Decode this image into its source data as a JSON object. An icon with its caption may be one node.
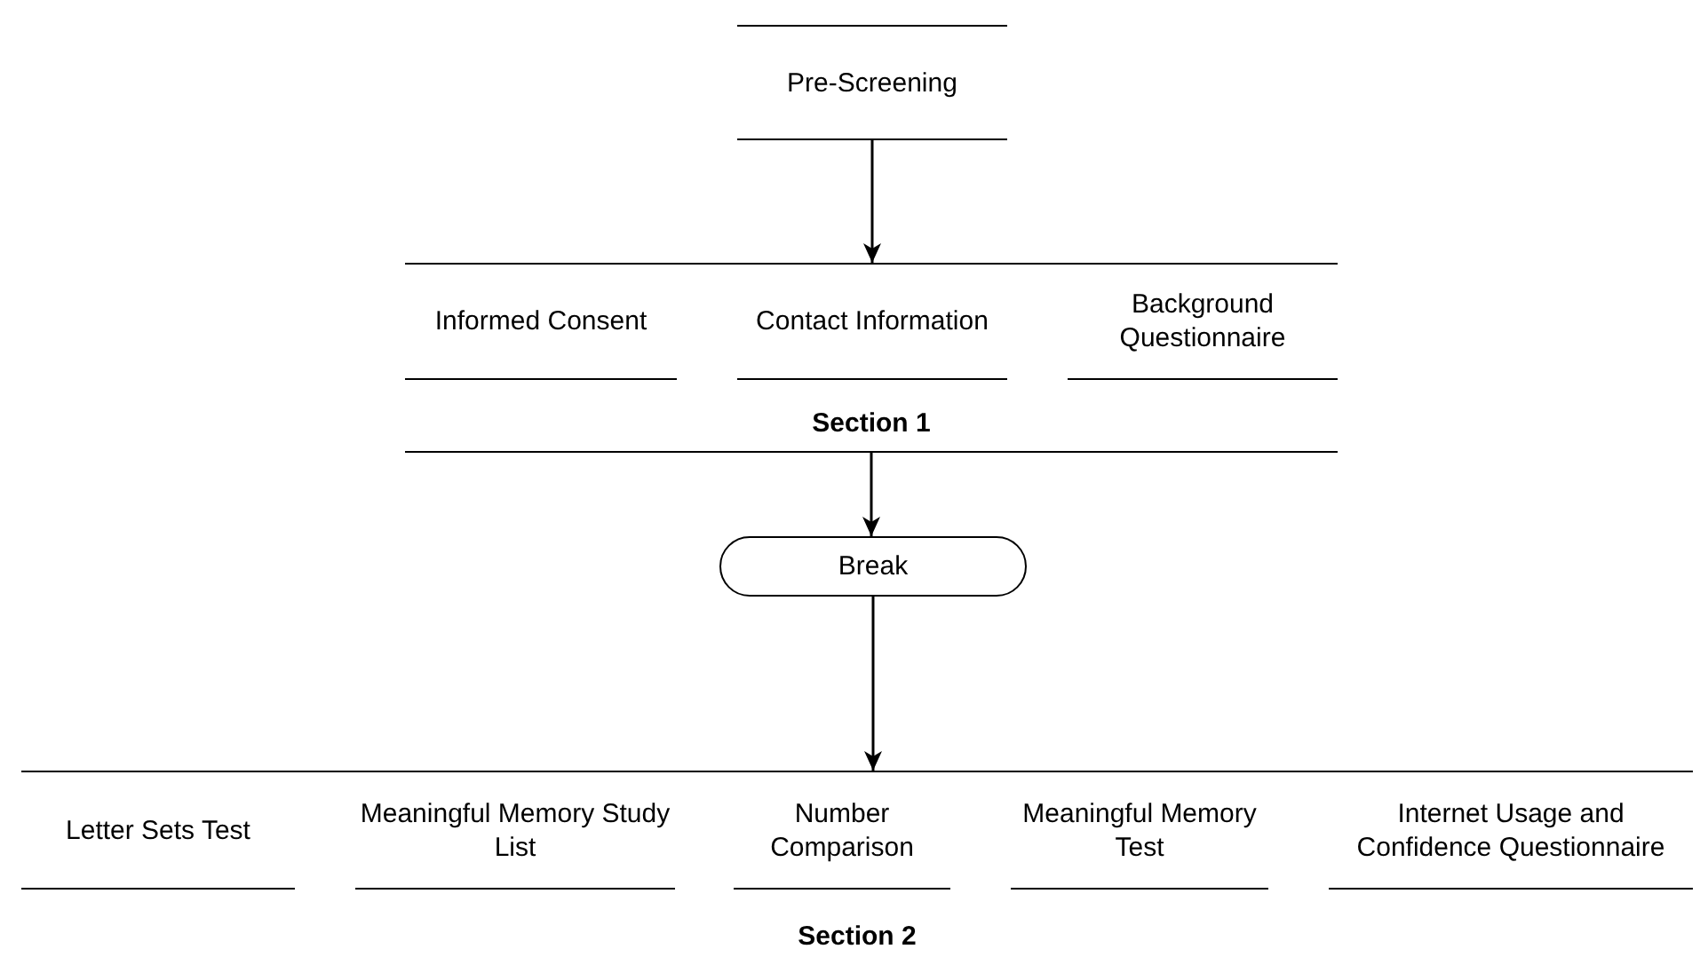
{
  "diagram": {
    "nodes": [
      {
        "text": [
          "Pre-Screening"
        ]
      },
      {
        "text": [
          "Section 1"
        ]
      },
      {
        "text": [
          "Informed Consent"
        ],
        "in": 1
      },
      {
        "text": [
          "Contact Information"
        ],
        "in": 1
      },
      {
        "text": [
          "Background Questionnaire"
        ],
        "in": 1
      },
      {
        "text": [
          "Break"
        ]
      },
      {
        "text": [
          "Section 2"
        ]
      },
      {
        "text": [
          "Letter Sets Test"
        ],
        "in": 6
      },
      {
        "text": [
          "Meaningful Memory Study List"
        ],
        "in": 6
      },
      {
        "text": [
          "Number Comparison"
        ],
        "in": 6
      },
      {
        "text": [
          "Meaningful Memory Test"
        ],
        "in": 6
      },
      {
        "text": [
          "Internet Usage and Confidence Questionnaire"
        ],
        "in": 6
      }
    ],
    "edges": [
      {
        "from": 0,
        "to": 1,
        "arrow": "to"
      },
      {
        "from": 1,
        "to": 5,
        "arrow": "to"
      },
      {
        "from": 5,
        "to": 6,
        "arrow": "to"
      }
    ]
  }
}
